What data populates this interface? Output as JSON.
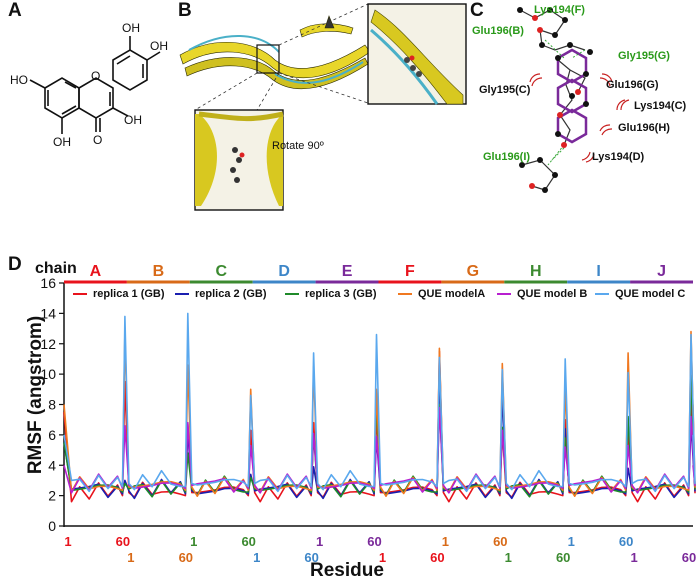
{
  "panels": {
    "a": {
      "letter": "A",
      "molecule_labels": [
        "OH",
        "OH",
        "HO",
        "O",
        "OH",
        "OH",
        "O"
      ]
    },
    "b": {
      "letter": "B",
      "rotate_label": "Rotate 90º"
    },
    "c": {
      "letter": "C",
      "green_labels": [
        "Lys194(F)",
        "Glu196(B)",
        "Gly195(G)",
        "Glu196(I)"
      ],
      "black_labels": [
        "Gly195(C)",
        "Glu196(G)",
        "Lys194(C)",
        "Glu196(H)",
        "Lys194(D)"
      ]
    },
    "d": {
      "letter": "D"
    }
  },
  "colors": {
    "replica1": "#e8131c",
    "replica2": "#1a1fb0",
    "replica3": "#1f8a2a",
    "modelA": "#f07820",
    "modelB": "#b81fd0",
    "modelC": "#5aa8ee"
  },
  "chart_data": {
    "type": "line",
    "title": "",
    "xlabel": "Residue",
    "ylabel": "RMSF (angstrom)",
    "ylim": [
      0,
      16
    ],
    "yticks": [
      0,
      2,
      4,
      6,
      8,
      10,
      12,
      14,
      16
    ],
    "chain_label": "chain",
    "chains": [
      {
        "name": "A",
        "color": "#e8131c",
        "start_label": "1",
        "end_label": "60"
      },
      {
        "name": "B",
        "color": "#d86a18",
        "start_label": "1",
        "end_label": "60"
      },
      {
        "name": "C",
        "color": "#3c8a30",
        "start_label": "1",
        "end_label": "60"
      },
      {
        "name": "D",
        "color": "#3d86c8",
        "start_label": "1",
        "end_label": "60"
      },
      {
        "name": "E",
        "color": "#7a2a9a",
        "start_label": "1",
        "end_label": "60"
      },
      {
        "name": "F",
        "color": "#e8131c",
        "start_label": "1",
        "end_label": "60"
      },
      {
        "name": "G",
        "color": "#d86a18",
        "start_label": "1",
        "end_label": "60"
      },
      {
        "name": "H",
        "color": "#3c8a30",
        "start_label": "1",
        "end_label": "60"
      },
      {
        "name": "I",
        "color": "#3d86c8",
        "start_label": "1",
        "end_label": "60"
      },
      {
        "name": "J",
        "color": "#7a2a9a",
        "start_label": "1",
        "end_label": "60"
      }
    ],
    "legend": [
      "replica 1 (GB)",
      "replica 2 (GB)",
      "replica 3 (GB)",
      "QUE modelA",
      "QUE model B",
      "QUE model C"
    ],
    "series": [
      {
        "name": "replica 1 (GB)",
        "color": "#e8131c",
        "peaks": [
          9.5,
          6.7,
          6.3,
          6.8,
          7.4,
          11.5,
          6.3,
          7.0,
          6.5,
          8.9
        ],
        "terminus": 7.5
      },
      {
        "name": "replica 2 (GB)",
        "color": "#1a1fb0",
        "peaks": [
          3.0,
          6.3,
          3.4,
          3.9,
          5.8,
          9.5,
          8.9,
          6.4,
          3.8,
          6.8
        ],
        "terminus": 5.5
      },
      {
        "name": "replica 3 (GB)",
        "color": "#1f8a2a",
        "peaks": [
          2.8,
          4.8,
          3.2,
          6.0,
          8.1,
          8.0,
          6.5,
          5.8,
          7.2,
          9.9
        ],
        "terminus": 5.5
      },
      {
        "name": "QUE modelA",
        "color": "#f07820",
        "peaks": [
          12.8,
          10.6,
          9.0,
          10.5,
          9.0,
          11.7,
          10.7,
          9.3,
          11.4,
          12.8
        ],
        "terminus": 8.0
      },
      {
        "name": "QUE model B",
        "color": "#b81fd0",
        "peaks": [
          6.6,
          6.8,
          5.3,
          6.1,
          5.9,
          7.8,
          6.3,
          5.2,
          5.3,
          7.2
        ],
        "terminus": 4.0
      },
      {
        "name": "QUE model C",
        "color": "#5aa8ee",
        "peaks": [
          13.8,
          14.0,
          8.6,
          11.4,
          12.6,
          11.1,
          10.3,
          11.0,
          10.1,
          12.6
        ],
        "terminus": 6.0
      }
    ]
  }
}
